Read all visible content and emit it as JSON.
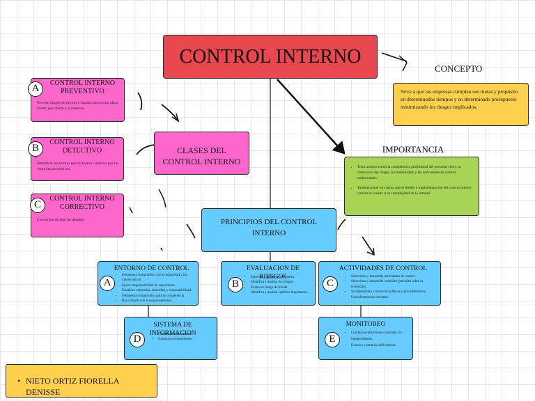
{
  "title": "CONTROL INTERNO",
  "concepto": {
    "label": "CONCEPTO",
    "text": "Sirve a que las empresas cumplan sus metas y propósito en determinados tiempos y en determinado presupuesto minimizando los riesgos implicados."
  },
  "importancia": {
    "label": "IMPORTANCIA",
    "items": [
      "Trata asuntos como la competencia profesional del personal clave, la valoración del riesgo, la contabilidad, y las actividades de control tradicionales.",
      "También tener en cuenta que el diseño e implementacion del control interno variara en cuanto a su complejidad de la entidad."
    ]
  },
  "clases": {
    "title": "CLASES DEL CONTROL INTERNO",
    "items": [
      {
        "badge": "A",
        "title": "CONTROL INTERNO PREVENTIVO",
        "desc": "Proveer riesgos de errores o fraudes para evitar algun evento que afecte a la empresa."
      },
      {
        "badge": "B",
        "title": "CONTROL INTERNO DETECTIVO",
        "desc": "Identificar los errores que no fueron cubiertos por los controles preventivos."
      },
      {
        "badge": "C",
        "title": "CONTROL INTERNO CORRECTIVO",
        "desc": "Correccion de algo no deseado."
      }
    ]
  },
  "principios": {
    "title": "PRINCIPIOS DEL CONTROL INTERNO",
    "entorno": {
      "badge": "A",
      "title": "ENTORNO DE CONTROL",
      "items": [
        "Demuestra compromiso con la integridad y los valores eticos.",
        "Ejerce responsabilidad de supervision.",
        "Establece estructura, autoridad, y responsabilidad.",
        "Demuestra compromiso para la competencia.",
        "Hce cumplir con la responsabilidad."
      ]
    },
    "evaluacion": {
      "badge": "B",
      "title": "EVALUACION DE RIESGOS",
      "items": [
        "Especifica objetivos relevantes.",
        "Identifica y analiza los riesgos.",
        "Evalua el riesgo de fraude.",
        "Identifica y analiza cambios importantes."
      ]
    },
    "actividades": {
      "badge": "C",
      "title": "ACTIVIDADES DE CONTROL",
      "items": [
        "Selecciona y desarrolla actividades de control.",
        "Selecciona y desarrolla controles generales sobre la tecnologia.",
        "Se implementa a traves de politicas y procedimientos.",
        "Usa informacion relevante."
      ]
    },
    "sistema": {
      "badge": "D",
      "title": "SISTEMA DE INFORMACION",
      "items": [
        "Comunica internamente.",
        "Comunica externamente."
      ]
    },
    "monitoreo": {
      "badge": "E",
      "title": "MONITOREO",
      "items": [
        "Conduce evaluaciones continuas y/o independientes.",
        "Evalua y comunica deficiencias."
      ]
    }
  },
  "author": "NIETO ORTIZ FIORELLA DENISSE"
}
